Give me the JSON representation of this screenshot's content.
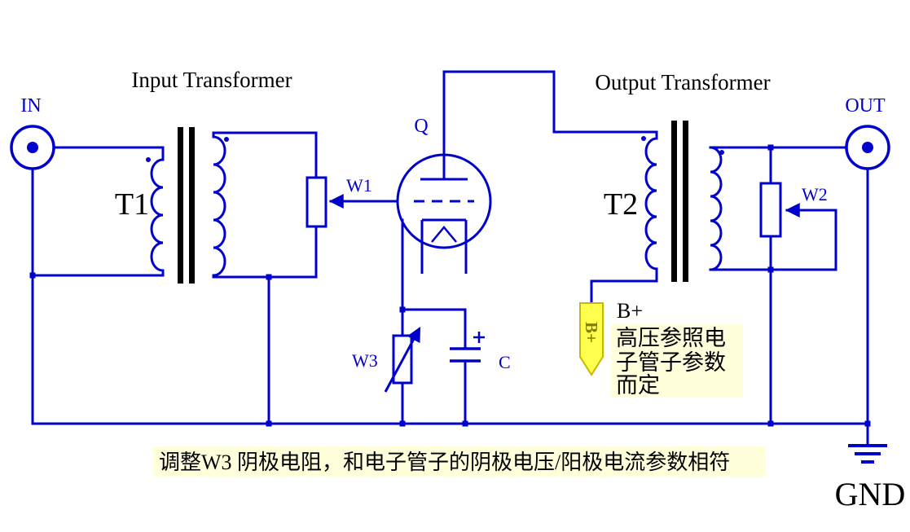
{
  "titles": {
    "input": "Input Transformer",
    "output": "Output Transformer"
  },
  "ports": {
    "in": "IN",
    "out": "OUT",
    "gnd": "GND"
  },
  "components": {
    "t1": "T1",
    "t2": "T2",
    "q": "Q",
    "w1": "W1",
    "w2": "W2",
    "w3": "W3",
    "c": "C"
  },
  "bplus": {
    "flag": "B+",
    "label": "B+",
    "note_lines": [
      "高压参照电",
      "子管子参数",
      "而定"
    ]
  },
  "caption": {
    "bottom_note": "调整W3 阴极电阻，和电子管子的阴极电压/阳极电流参数相符"
  },
  "colors": {
    "circuit": "#0000CC",
    "core": "#000000",
    "flag_fill": "#FFFF4D",
    "flag_stroke": "#C9B700",
    "flag_text": "#7F7F00",
    "note_bg": "#FFFFDC",
    "text": "#000000"
  }
}
